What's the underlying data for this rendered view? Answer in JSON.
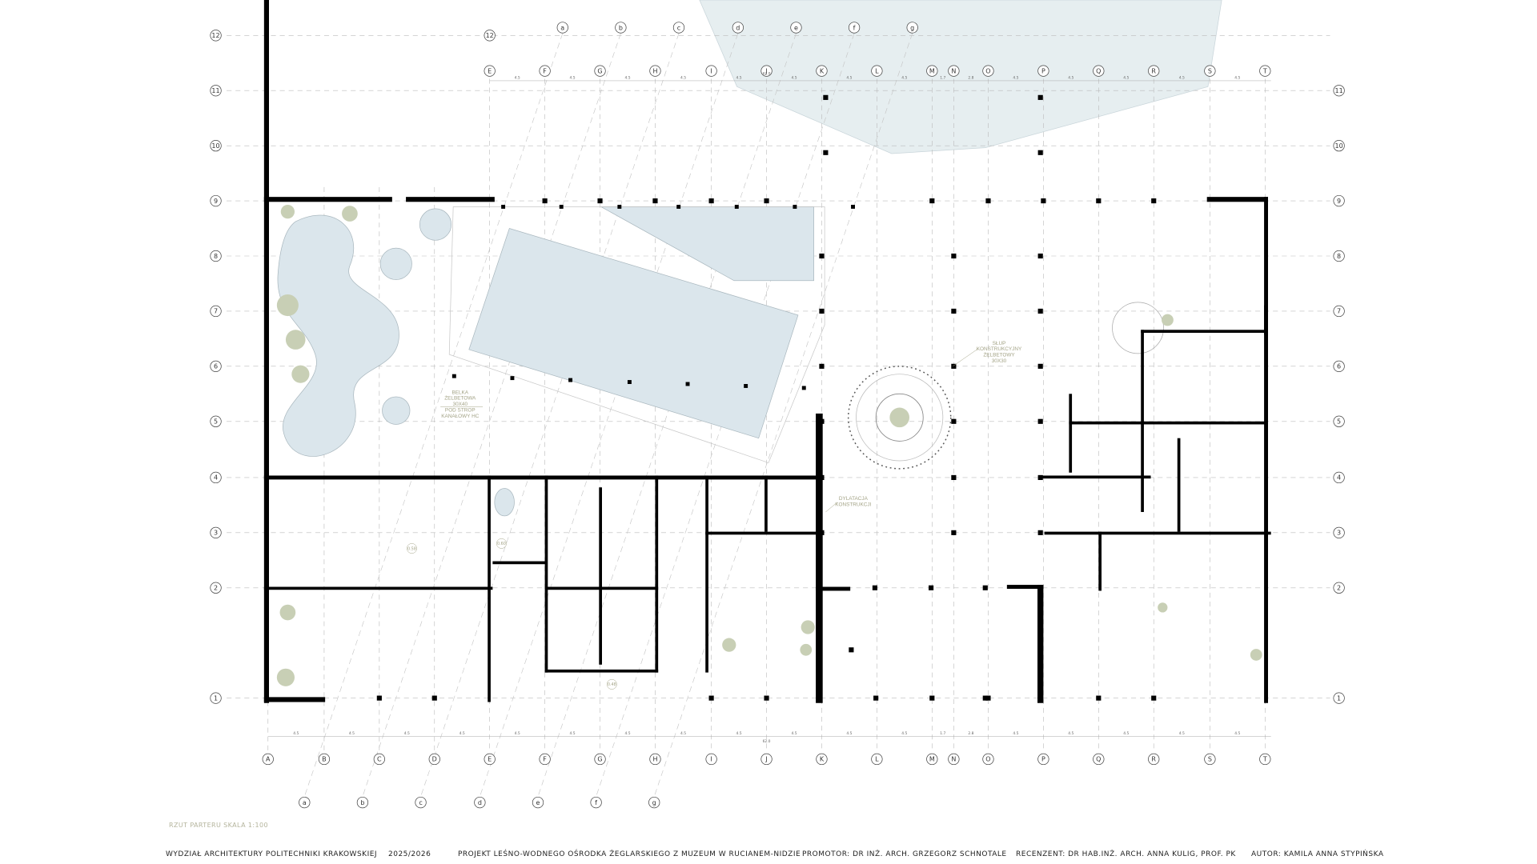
{
  "colors": {
    "wall": "#000000",
    "grid": "#b9b9b9",
    "pool": "#dbe6ec",
    "water_area": "#e4edf0",
    "tree": "#c8cfb5",
    "note": "#a3a386"
  },
  "grid": {
    "columns": [
      "A",
      "B",
      "C",
      "D",
      "E",
      "F",
      "G",
      "H",
      "I",
      "J",
      "K",
      "L",
      "M",
      "N",
      "O",
      "P",
      "Q",
      "R",
      "S",
      "T"
    ],
    "rows": [
      "12",
      "11",
      "10",
      "9",
      "8",
      "7",
      "6",
      "5",
      "4",
      "3",
      "2",
      "1"
    ],
    "diagonals": [
      "a",
      "b",
      "c",
      "d",
      "e",
      "f",
      "g"
    ],
    "dimensions": [
      "4.5",
      "4.5",
      "4.5",
      "4.5",
      "4.5",
      "4.5",
      "4.5",
      "4.5",
      "4.5",
      "4.5",
      "4.5",
      "4.5",
      "1.7",
      "2.8",
      "4.5",
      "4.5",
      "4.5",
      "4.5",
      "4.5"
    ],
    "total_dimension": "62.0"
  },
  "annotations": {
    "beam": [
      "BELKA",
      "ŻELBETOWA",
      "30X40",
      "POD STROP",
      "KANAŁOWY HC"
    ],
    "column": [
      "SŁUP",
      "KONSTRUKCYJNY",
      "ŻELBETOWY",
      "30X30"
    ],
    "expansion": [
      "DYLATACJA",
      "KONSTRUKCJI"
    ]
  },
  "rooms": [
    "0.58",
    "0.60",
    "0.48"
  ],
  "caption": "RZUT PARTERU SKALA 1:100",
  "footer": {
    "faculty": "WYDZIAŁ ARCHITEKTURY POLITECHNIKI KRAKOWSKIEJ",
    "year": "2025/2026",
    "project": "PROJEKT LEŚNO-WODNEGO OŚRODKA ŻEGLARSKIEGO Z MUZEUM W RUCIANEM-NIDZIE",
    "promotor": "PROMOTOR: DR INŻ. ARCH. GRZEGORZ SCHNOTALE",
    "reviewer": "RECENZENT: DR HAB.INŻ. ARCH. ANNA KULIG, PROF. PK",
    "author": "AUTOR: KAMILA ANNA STYPIŃSKA"
  }
}
